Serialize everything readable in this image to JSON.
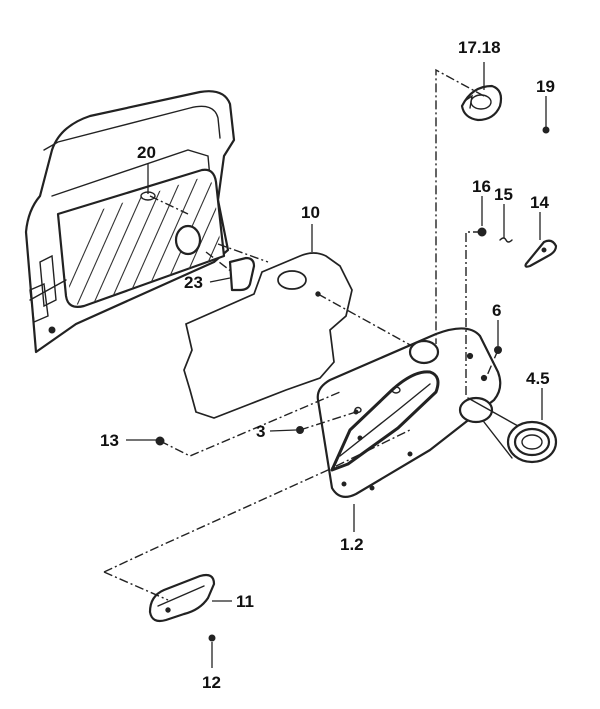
{
  "diagram": {
    "callouts": {
      "p17_18": "17.18",
      "p19": "19",
      "p20": "20",
      "p16": "16",
      "p15": "15",
      "p14": "14",
      "p10": "10",
      "p23": "23",
      "p6": "6",
      "p4_5": "4.5",
      "p13": "13",
      "p3": "3",
      "p1_2": "1.2",
      "p11": "11",
      "p12": "12"
    }
  }
}
